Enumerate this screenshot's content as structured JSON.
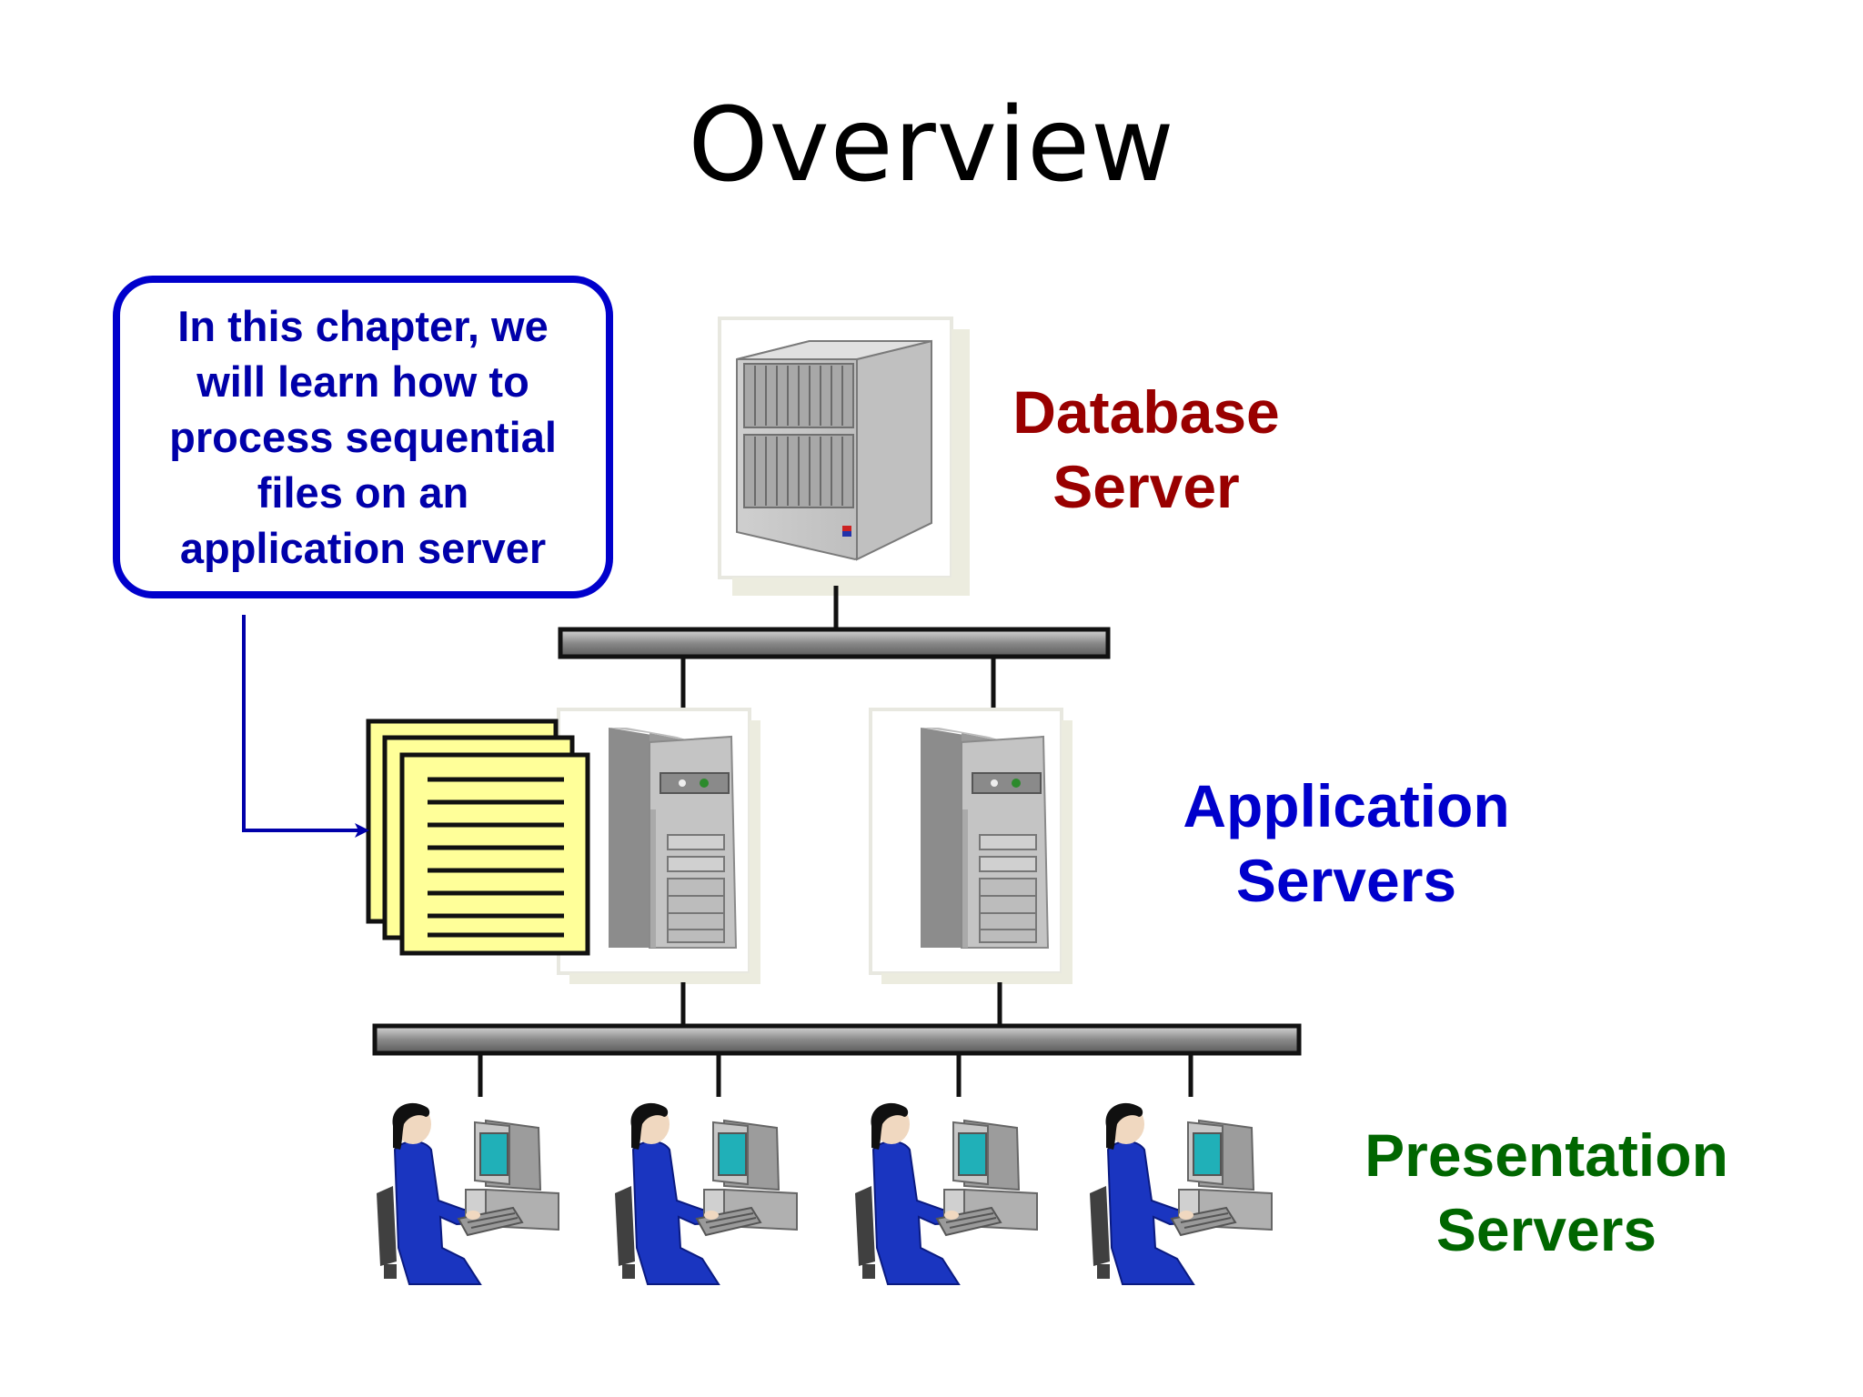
{
  "slide": {
    "title": "Overview"
  },
  "callout": {
    "lines": [
      "In this chapter, we",
      "will learn how to",
      "process sequential",
      "files on an",
      "application server"
    ]
  },
  "labels": {
    "database_server": [
      "Database",
      "Server"
    ],
    "application_servers": [
      "Application",
      "Servers"
    ],
    "presentation_servers": [
      "Presentation",
      "Servers"
    ]
  },
  "colors": {
    "callout_blue": "#0000cc",
    "database_red": "#990000",
    "application_blue": "#0000cc",
    "presentation_green": "#006600",
    "file_yellow": "#ffff99",
    "server_gray": "#a0a0a0",
    "monitor_screen": "#20b0b8",
    "user_blue": "#1830c0"
  },
  "icons": {
    "database": "database-server-cabinet-icon",
    "application": "tower-server-icon",
    "files": "sequential-file-stack-icon",
    "workstation": "user-at-workstation-icon"
  }
}
